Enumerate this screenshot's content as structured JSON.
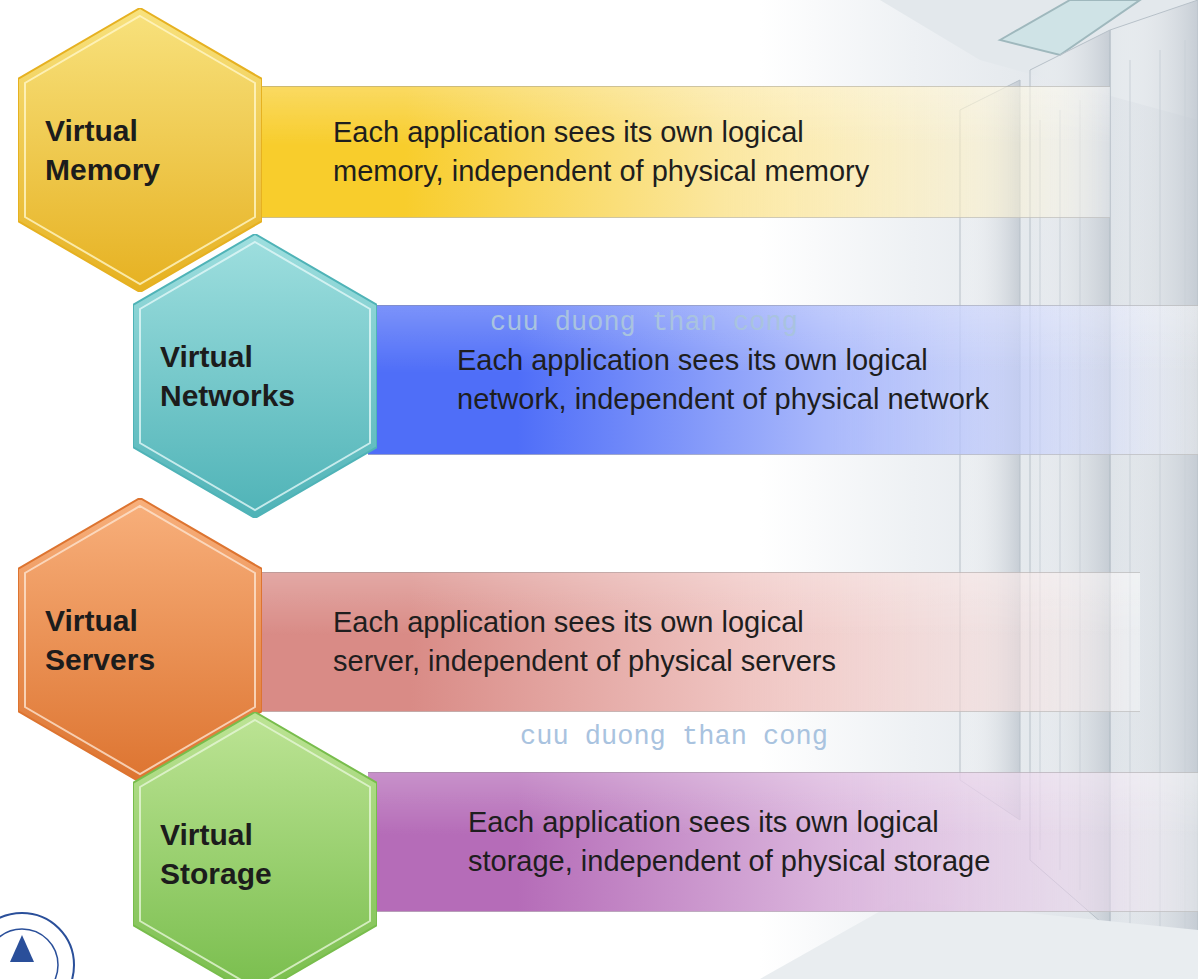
{
  "diagram": {
    "nodes": [
      {
        "text": [
          "Virtual Memory"
        ]
      },
      {
        "text": [
          "Each application sees its own logical memory, independent of physical memory"
        ]
      },
      {
        "text": [
          "Virtual Networks"
        ]
      },
      {
        "text": [
          "Each application sees its own logical network, independent of physical network"
        ]
      },
      {
        "text": [
          "Virtual Servers"
        ]
      },
      {
        "text": [
          "Each application sees its own logical server, independent of physical servers"
        ]
      },
      {
        "text": [
          "Virtual Storage"
        ]
      },
      {
        "text": [
          "Each application sees its own logical storage, independent of physical storage"
        ]
      }
    ],
    "labels": [
      "cuu duong than cong",
      "cuu duong than cong"
    ]
  }
}
